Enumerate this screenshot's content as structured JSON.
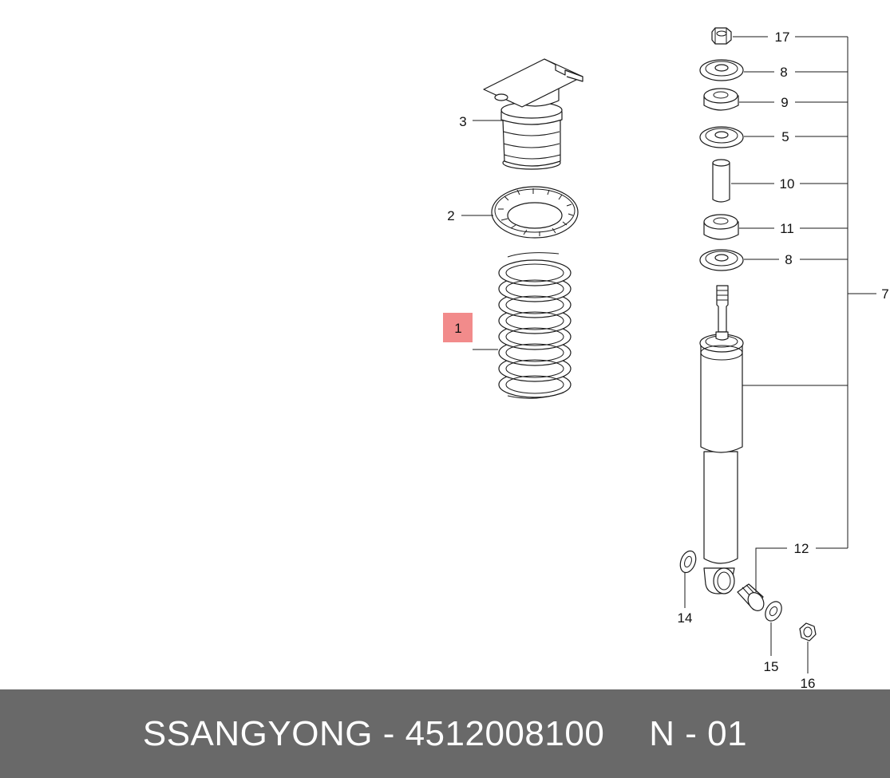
{
  "diagram": {
    "callouts": {
      "c1": "1",
      "c2": "2",
      "c3": "3",
      "c5": "5",
      "c7": "7",
      "c8a": "8",
      "c8b": "8",
      "c9": "9",
      "c10": "10",
      "c11": "11",
      "c12": "12",
      "c14": "14",
      "c15": "15",
      "c16": "16",
      "c17": "17"
    },
    "highlight_color": "#f28b8b",
    "parts": [
      "coil-spring",
      "spring-seat",
      "bump-stop-bracket",
      "shock-absorber",
      "washer",
      "bushing",
      "nut",
      "spacer-tube"
    ]
  },
  "footer": {
    "brand_part": "SSANGYONG - 4512008100",
    "ref": "N - 01",
    "background": "#696969"
  }
}
